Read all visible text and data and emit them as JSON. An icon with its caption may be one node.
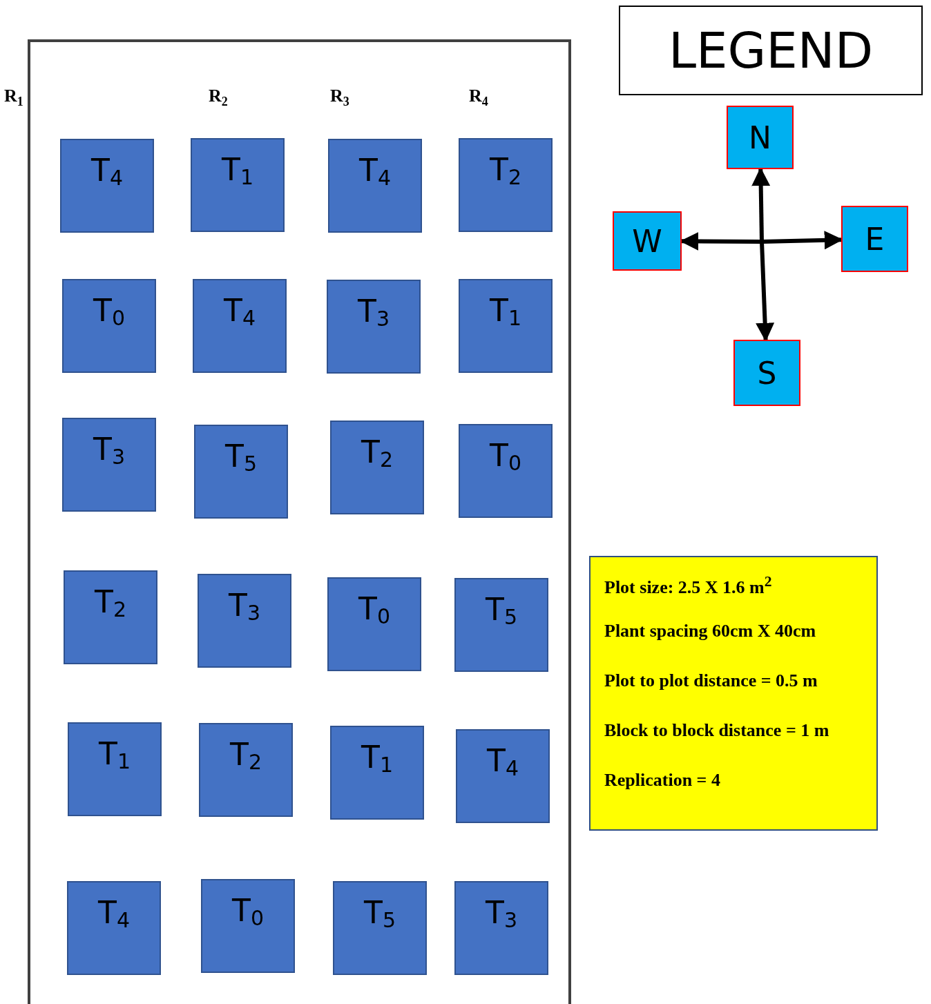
{
  "diagram": {
    "nodes": [
      {
        "text": [],
        "shape": "box"
      },
      {
        "text": [
          "T$_{4}$"
        ],
        "in": 0
      },
      {
        "text": [
          "T$_{1}$"
        ],
        "in": 0
      },
      {
        "text": [
          "T$_{4}$"
        ],
        "in": 0
      },
      {
        "text": [
          "T$_{2}$"
        ],
        "in": 0
      },
      {
        "text": [
          "T$_{0}$"
        ],
        "in": 0
      },
      {
        "text": [
          "T$_{4}$"
        ],
        "in": 0
      },
      {
        "text": [
          "T$_{3}$"
        ],
        "in": 0
      },
      {
        "text": [
          "T$_{1}$"
        ],
        "in": 0
      },
      {
        "text": [
          "T$_{3}$"
        ],
        "in": 0
      },
      {
        "text": [
          "T$_{5}$"
        ],
        "in": 0
      },
      {
        "text": [
          "T$_{2}$"
        ],
        "in": 0
      },
      {
        "text": [
          "T$_{0}$"
        ],
        "in": 0
      },
      {
        "text": [
          "T$_{2}$"
        ],
        "in": 0
      },
      {
        "text": [
          "T$_{3}$"
        ],
        "in": 0
      },
      {
        "text": [
          "T$_{0}$"
        ],
        "in": 0
      },
      {
        "text": [
          "T$_{5}$"
        ],
        "in": 0
      },
      {
        "text": [
          "T$_{1}$"
        ],
        "in": 0
      },
      {
        "text": [
          "T$_{2}$"
        ],
        "in": 0
      },
      {
        "text": [
          "T$_{1}$"
        ],
        "in": 0
      },
      {
        "text": [
          "T$_{4}$"
        ],
        "in": 0
      },
      {
        "text": [
          "T$_{4}$"
        ],
        "in": 0
      },
      {
        "text": [
          "T$_{0}$"
        ],
        "in": 0
      },
      {
        "text": [
          "T$_{5}$"
        ],
        "in": 0
      },
      {
        "text": [
          "T$_{3}$"
        ],
        "in": 0
      },
      {
        "text": [
          "LEGEND"
        ]
      },
      {
        "text": [
          "N"
        ]
      },
      {
        "text": [
          "W"
        ]
      },
      {
        "text": [
          "E"
        ]
      },
      {
        "text": [
          "S"
        ]
      },
      {
        "text": [
          "Plot size: 2.5 X 1.6 m$^{2}$",
          "Plant spacing 60cm X 40cm",
          "Plot to plot distance = 0.5 m",
          "Block to block distance = 1 m",
          "Replication = 4"
        ]
      }
    ],
    "edges": [
      {
        "from": null,
        "to": 26,
        "arrow": "to"
      },
      {
        "from": null,
        "to": 27,
        "arrow": "to"
      },
      {
        "from": null,
        "to": 28,
        "arrow": "to"
      },
      {
        "from": null,
        "to": 29,
        "arrow": "to"
      }
    ],
    "labels": [
      "R$_{1}$",
      "R$_{2}$",
      "R$_{3}$",
      "R$_{4}$"
    ]
  }
}
